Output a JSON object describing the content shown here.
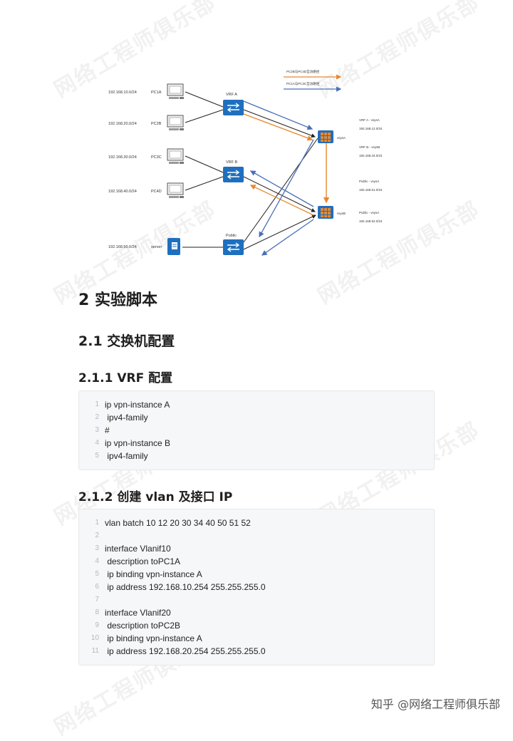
{
  "watermark": "网络工程师俱乐部",
  "diagram": {
    "legend": [
      "PC2B与PC4D互访路径",
      "PC1A与PC3C互访路径"
    ],
    "hosts": [
      {
        "ip": "192.168.10.0/24",
        "name": "PC1A"
      },
      {
        "ip": "192.168.20.0/24",
        "name": "PC2B"
      },
      {
        "ip": "192.168.30.0/24",
        "name": "PC3C"
      },
      {
        "ip": "192.168.40.0/24",
        "name": "PC4D"
      },
      {
        "ip": "192.168.50.0/24",
        "name": "server"
      }
    ],
    "switches": [
      "VRF A",
      "VRF B",
      "Public"
    ],
    "firewalls": [
      "vsysA",
      "vsysB"
    ],
    "right_labels": [
      {
        "title": "VRF A - vsysA",
        "ip": "192.168.12.0/24"
      },
      {
        "title": "VRF B - vsysB",
        "ip": "192.168.34.0/24"
      },
      {
        "title": "Public - vsysA",
        "ip": "192.168.51.0/24"
      },
      {
        "title": "Public - vsysA",
        "ip": "192.168.52.0/24"
      }
    ],
    "colors": {
      "orange": "#e8892e",
      "blue": "#4a6fb8",
      "device": "#1f6fbf"
    }
  },
  "sections": {
    "h1": "2  实验脚本",
    "h2": "2.1 交换机配置",
    "h3a": "2.1.1 VRF 配置",
    "h3b": "2.1.2  创建 vlan 及接口 IP"
  },
  "code1": [
    {
      "n": "1",
      "t": "ip vpn-instance A"
    },
    {
      "n": "2",
      "t": " ipv4-family"
    },
    {
      "n": "3",
      "t": "#"
    },
    {
      "n": "4",
      "t": "ip vpn-instance B"
    },
    {
      "n": "5",
      "t": " ipv4-family"
    }
  ],
  "code2": [
    {
      "n": "1",
      "t": "vlan batch 10 12 20 30 34 40 50 51 52"
    },
    {
      "n": "2",
      "t": ""
    },
    {
      "n": "3",
      "t": "interface Vlanif10"
    },
    {
      "n": "4",
      "t": " description toPC1A"
    },
    {
      "n": "5",
      "t": " ip binding vpn-instance A"
    },
    {
      "n": "6",
      "t": " ip address 192.168.10.254 255.255.255.0"
    },
    {
      "n": "7",
      "t": ""
    },
    {
      "n": "8",
      "t": "interface Vlanif20"
    },
    {
      "n": "9",
      "t": " description toPC2B"
    },
    {
      "n": "10",
      "t": " ip binding vpn-instance A"
    },
    {
      "n": "11",
      "t": " ip address 192.168.20.254 255.255.255.0"
    }
  ],
  "footer": "知乎 @网络工程师俱乐部"
}
